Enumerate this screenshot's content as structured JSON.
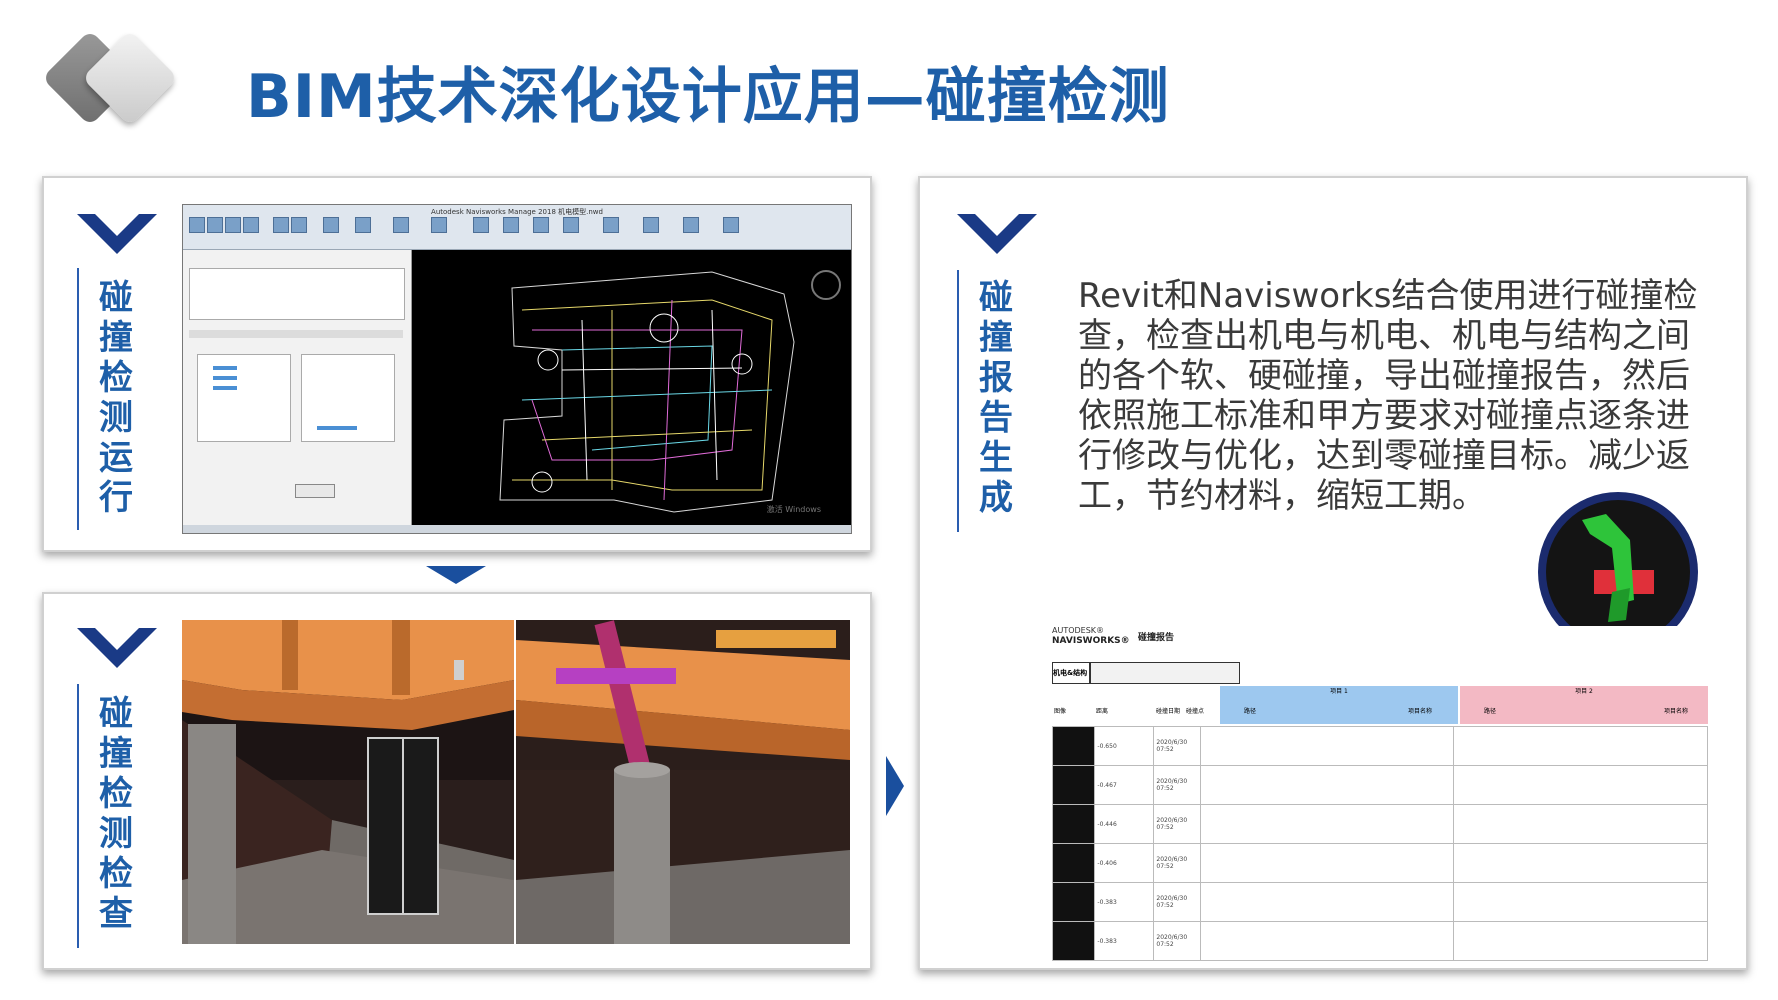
{
  "header": {
    "title": "BIM技术深化设计应用—碰撞检测"
  },
  "colors": {
    "accent_blue": "#1e5fa8",
    "chevron_navy": "#1a3a86",
    "logo_gray": "#b8b8b8"
  },
  "panels": {
    "run": {
      "label": "碰撞检测运行",
      "screenshot": {
        "window_title": "Autodesk Navisworks Manage 2018   机电模型.nwd",
        "overlay_text": "激活 Windows"
      }
    },
    "check": {
      "label": "碰撞检测检查"
    },
    "report": {
      "label": "碰撞报告生成",
      "description": "Revit和Navisworks结合使用进行碰撞检查，检查出机电与机电、机电与结构之间的各个软、硬碰撞，导出碰撞报告，然后依照施工标准和甲方要求对碰撞点逐条进行修改与优化，达到零碰撞目标。减少返工，节约材料，缩短工期。",
      "report_doc": {
        "brand_line1": "AUTODESK®",
        "brand_line2": "NAVISWORKS®",
        "doc_title": "碰撞报告",
        "summary_label": "机电&结构",
        "project1_header": "项目 1",
        "project2_header": "项目 2",
        "col_image": "图像",
        "col_distance": "距离",
        "col_date": "碰撞日期",
        "col_point": "碰撞点",
        "col_path": "路径",
        "col_elem_name": "项目名称",
        "rows": [
          {
            "distance": "-0.650",
            "date": "2020/6/30 07:52"
          },
          {
            "distance": "-0.467",
            "date": "2020/6/30 07:52"
          },
          {
            "distance": "-0.446",
            "date": "2020/6/30 07:52"
          },
          {
            "distance": "-0.406",
            "date": "2020/6/30 07:52"
          },
          {
            "distance": "-0.383",
            "date": "2020/6/30 07:52"
          },
          {
            "distance": "-0.383",
            "date": "2020/6/30 07:52"
          }
        ]
      }
    }
  },
  "icons": [
    "logo-diamond-icon",
    "chevron-down-icon",
    "arrow-down-icon",
    "arrow-right-icon",
    "callout-pin-icon"
  ]
}
